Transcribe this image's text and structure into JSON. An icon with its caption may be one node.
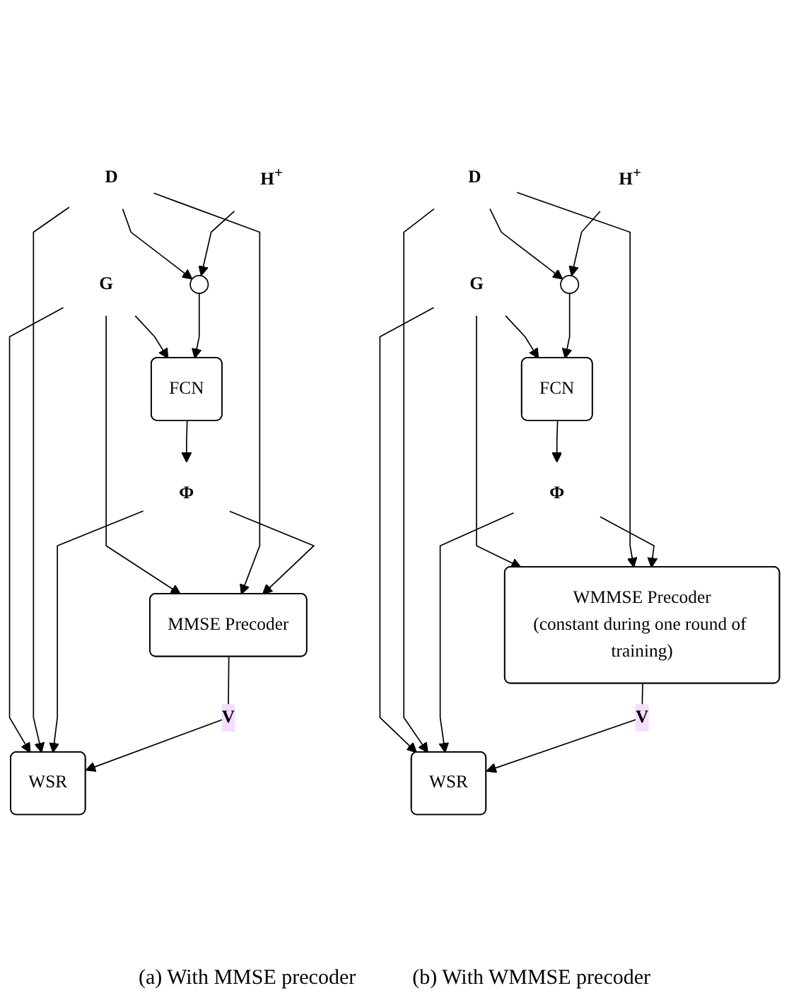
{
  "diagram": {
    "nodes": [
      {
        "text": [
          "G"
        ]
      },
      {
        "text": [
          "D"
        ]
      },
      {
        "text": [],
        "shape": "circle"
      },
      {
        "text": [
          "H$^{+}$"
        ]
      },
      {
        "text": [
          "FCN"
        ]
      },
      {
        "text": [
          "MMSE Precoder"
        ]
      },
      {
        "text": [
          "WSR"
        ]
      },
      {
        "text": [
          "Φ"
        ]
      },
      {
        "text": [
          "G"
        ]
      },
      {
        "text": [
          "D"
        ]
      },
      {
        "text": [],
        "shape": "circle"
      },
      {
        "text": [
          "H$^{+}$"
        ]
      },
      {
        "text": [
          "FCN"
        ]
      },
      {
        "text": [
          "WMMSE Precoder",
          "(constant during one round of training)"
        ]
      },
      {
        "text": [
          "WSR"
        ]
      },
      {
        "text": [
          "Φ"
        ]
      }
    ],
    "edges": [
      {
        "from": 0,
        "to": 4,
        "arrow": "to"
      },
      {
        "from": 0,
        "to": 5,
        "arrow": "to"
      },
      {
        "from": 0,
        "to": 6,
        "arrow": "to"
      },
      {
        "from": 1,
        "to": 2,
        "arrow": "to"
      },
      {
        "from": 1,
        "to": 5,
        "arrow": "to"
      },
      {
        "from": 1,
        "to": 6,
        "arrow": "to"
      },
      {
        "from": 3,
        "to": 2,
        "arrow": "to"
      },
      {
        "from": 2,
        "to": 4,
        "arrow": "to"
      },
      {
        "from": 4,
        "to": 7,
        "arrow": "to"
      },
      {
        "from": 7,
        "to": 5,
        "arrow": "to"
      },
      {
        "from": 7,
        "to": 6,
        "arrow": "to"
      },
      {
        "from": 5,
        "to": 6,
        "arrow": "to",
        "label": "V"
      },
      {
        "from": 8,
        "to": 12,
        "arrow": "to"
      },
      {
        "from": 8,
        "to": 13,
        "arrow": "to"
      },
      {
        "from": 8,
        "to": 14,
        "arrow": "to"
      },
      {
        "from": 9,
        "to": 10,
        "arrow": "to"
      },
      {
        "from": 9,
        "to": 13,
        "arrow": "to"
      },
      {
        "from": 9,
        "to": 14,
        "arrow": "to"
      },
      {
        "from": 11,
        "to": 10,
        "arrow": "to"
      },
      {
        "from": 10,
        "to": 12,
        "arrow": "to"
      },
      {
        "from": 12,
        "to": 15,
        "arrow": "to"
      },
      {
        "from": 15,
        "to": 13,
        "arrow": "to"
      },
      {
        "from": 15,
        "to": 14,
        "arrow": "to"
      },
      {
        "from": 13,
        "to": 14,
        "arrow": "to",
        "label": "V"
      }
    ],
    "labels": [
      "(a) With MMSE precoder",
      "(b) With WMMSE precoder"
    ]
  }
}
